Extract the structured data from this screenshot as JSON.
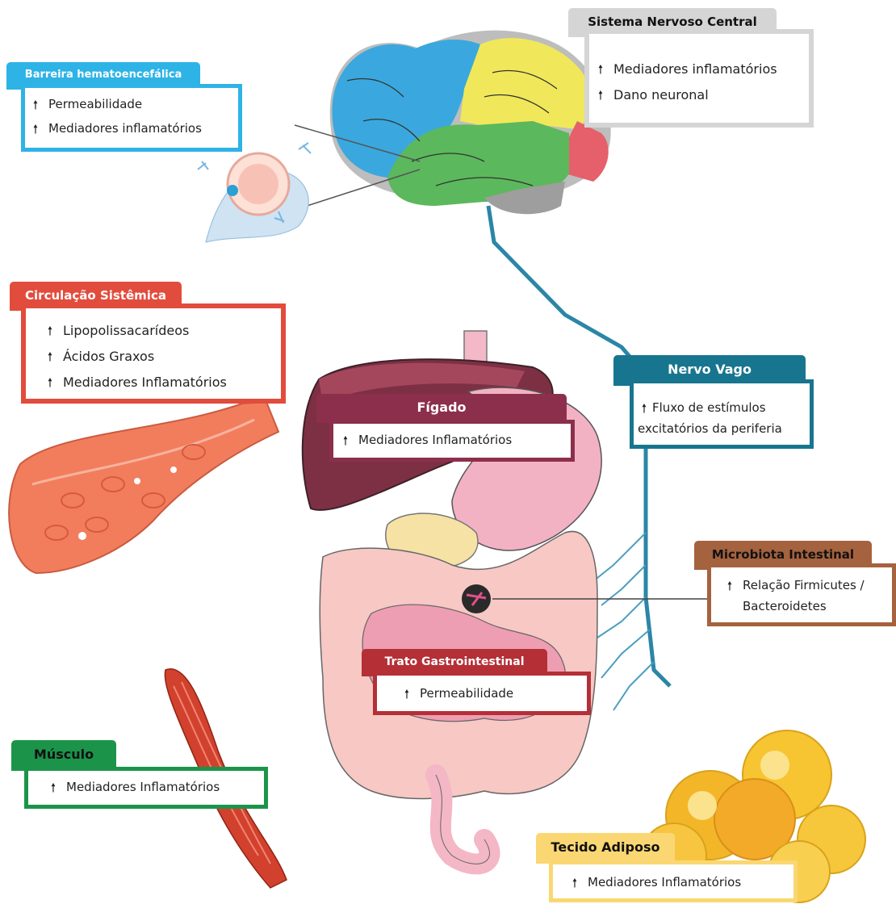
{
  "colors": {
    "cns": "#d5d5d5",
    "bbb": "#2eb3e6",
    "circ": "#e24c3c",
    "figado": "#8c2f4c",
    "vago": "#17758f",
    "micro": "#a5623e",
    "tgi": "#b52f36",
    "musculo": "#1b944a",
    "adiposo": "#fad772"
  },
  "boxes": {
    "cns": {
      "title": "Sistema Nervoso Central",
      "items": [
        "Mediadores inflamatórios",
        "Dano neuronal"
      ]
    },
    "bbb": {
      "title": "Barreira hematoencefálica",
      "items": [
        "Permeabilidade",
        "Mediadores inflamatórios"
      ]
    },
    "circulacao": {
      "title": "Circulação Sistêmica",
      "items": [
        "Lipopolissacarídeos",
        "Ácidos Graxos",
        "Mediadores Inflamatórios"
      ]
    },
    "figado": {
      "title": "Fígado",
      "items": [
        "Mediadores Inflamatórios"
      ]
    },
    "vago": {
      "title": "Nervo Vago",
      "line1": "Fluxo de estímulos",
      "line2": "excitatórios da periferia"
    },
    "microbiota": {
      "title": "Microbiota Intestinal",
      "line1": "Relação Firmicutes /",
      "line2": "Bacteroidetes"
    },
    "tgi": {
      "title": "Trato Gastrointestinal",
      "items": [
        "Permeabilidade"
      ]
    },
    "musculo": {
      "title": "Músculo",
      "items": [
        "Mediadores Inflamatórios"
      ]
    },
    "adiposo": {
      "title": "Tecido Adiposo",
      "items": [
        "Mediadores Inflamatórios"
      ]
    }
  },
  "icons": {
    "increase": "arrow-up-icon"
  }
}
